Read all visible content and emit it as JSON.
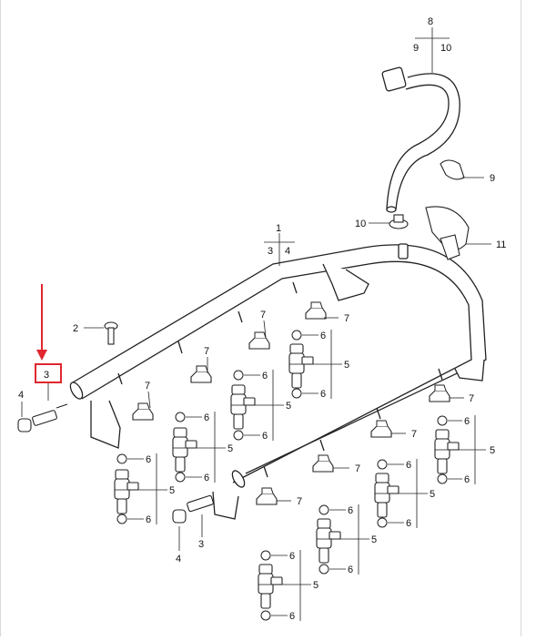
{
  "diagram": {
    "callouts": {
      "rail_left_label": "1",
      "rail_left_sub_a": "3",
      "rail_left_sub_b": "4",
      "hose_label": "8",
      "hose_sub_a": "9",
      "hose_sub_b": "10",
      "screw": "2",
      "highlight": "3",
      "cap_left": "4",
      "clamp_9": "9",
      "clamp_10": "10",
      "bracket_11": "11",
      "valve_3": "3",
      "cap_4": "4",
      "clip": "7",
      "oring": "6",
      "injector": "5"
    },
    "highlight_color": "#e0262e"
  }
}
